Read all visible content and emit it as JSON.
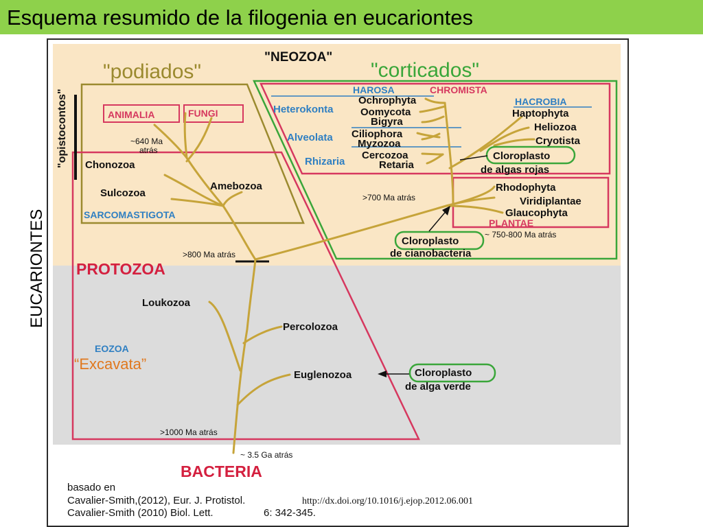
{
  "title": "Esquema resumido de la filogenia en eucariontes",
  "side_label": "EUCARIONTES",
  "groups": {
    "neozoa": "\"NEOZOA\"",
    "podiados": "\"podiados\"",
    "corticados": "\"corticados\"",
    "opistocontos": "\"opistocontos\"",
    "protozoa": "PROTOZOA",
    "bacteria": "BACTERIA",
    "eozoa": "EOZOA",
    "excavata": "“Excavata”",
    "sarcomastigota": "SARCOMASTIGOTA",
    "plantae": "PLANTAE",
    "harosa": "HAROSA",
    "chromista": "CHROMISTA",
    "hacrobia": "HACROBIA"
  },
  "boxes": {
    "animalia": "ANIMALIA",
    "fungi": "FUNGI"
  },
  "taxa": {
    "chonozoa": "Chonozoa",
    "sulcozoa": "Sulcozoa",
    "amebozoa": "Amebozoa",
    "loukozoa": "Loukozoa",
    "percolozoa": "Percolozoa",
    "euglenozoa": "Euglenozoa",
    "heterokonta": "Heterokonta",
    "alveolata": "Alveolata",
    "rhizaria": "Rhizaria",
    "ochrophyta": "Ochrophyta",
    "oomycota": "Oomycota",
    "bigyra": "Bigyra",
    "ciliophora": "Ciliophora",
    "myzozoa": "Myzozoa",
    "cercozoa": "Cercozoa",
    "retaria": "Retaria",
    "haptophyta": "Haptophyta",
    "heliozoa": "Heliozoa",
    "cryotista": "Cryotista",
    "rhodophyta": "Rhodophyta",
    "viridiplantae": "Viridiplantae",
    "glaucophyta": "Glaucophyta"
  },
  "plastids": {
    "red_line1": "Cloroplasto",
    "red_line2": "de algas rojas",
    "cyano_line1": "Cloroplasto",
    "cyano_line2": "de cianobacteria",
    "green_line1": "Cloroplasto",
    "green_line2": "de alga verde"
  },
  "times": {
    "t640_line1": "~640 Ma",
    "t640_line2": "atrás",
    "t700": ">700 Ma atrás",
    "t750": "~ 750-800 Ma atrás",
    "t800": ">800 Ma atrás",
    "t1000": ">1000 Ma atrás",
    "t3500": "~ 3.5 Ga atrás"
  },
  "reference": {
    "line1": "basado en",
    "line2": "Cavalier-Smith,(2012), Eur. J. Protistol.",
    "doi": "http://dx.doi.org/10.1016/j.ejop.2012.06.001",
    "line3": "Cavalier-Smith (2010) Biol. Lett.",
    "pages": "6: 342-345."
  },
  "colors": {
    "title_bar": "#8ed14b",
    "cream": "#fae6c5",
    "gray": "#dcdcdc",
    "olive": "#9b8a2f",
    "pink": "#d6385f",
    "green": "#3aa63a",
    "blue": "#2f7fc2",
    "red": "#d4203f",
    "orange": "#e0781e",
    "tree": "#c6a43a"
  }
}
